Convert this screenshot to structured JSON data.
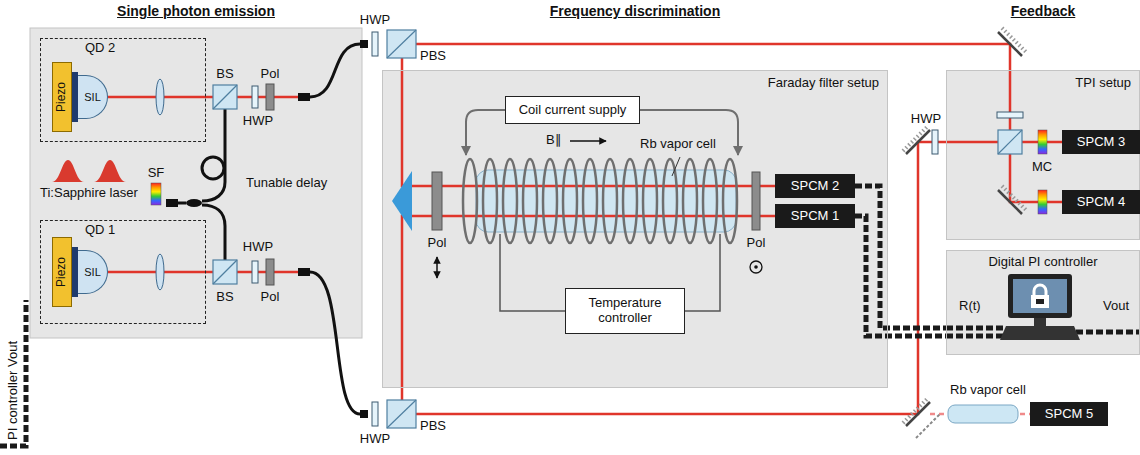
{
  "diagram": {
    "nodes": [
      {
        "text": [
          "QD 2"
        ]
      },
      {
        "text": [
          "Piezo"
        ],
        "in": 0
      },
      {
        "text": [
          "SIL"
        ],
        "in": 0
      },
      {
        "text": [
          "QD 1"
        ]
      },
      {
        "text": [
          "Piezo"
        ],
        "in": 3
      },
      {
        "text": [
          "SIL"
        ],
        "in": 3
      },
      {
        "text": [
          "Faraday filter setup"
        ]
      },
      {
        "text": [
          "Coil current supply"
        ],
        "in": 6
      },
      {
        "text": [
          "Temperature controller"
        ],
        "in": 6
      },
      {
        "text": [
          "SPCM 2"
        ],
        "in": 6
      },
      {
        "text": [
          "SPCM 1"
        ],
        "in": 6
      },
      {
        "text": [
          "TPI setup"
        ]
      },
      {
        "text": [
          "SPCM 3"
        ],
        "in": 11
      },
      {
        "text": [
          "SPCM 4"
        ],
        "in": 11
      },
      {
        "text": [
          "Digital PI controller",
          "R(t)",
          "Vout"
        ]
      },
      {
        "text": [
          "SPCM 5"
        ]
      }
    ],
    "edges": [
      {
        "from": 10,
        "to": 14,
        "arrow": "none"
      },
      {
        "from": 9,
        "to": 14,
        "arrow": "none"
      }
    ],
    "labels": [
      "Single photon emission",
      "Frequency discrimination",
      "Feedback",
      "Ti:Sapphire laser",
      "SF",
      "Tunable delay",
      "BS",
      "Pol",
      "HWP",
      "HWP",
      "BS",
      "Pol",
      "PI controller Vout",
      "HWP",
      "PBS",
      "HWP",
      "PBS",
      "B∥",
      "Rb vapor cell",
      "Pol",
      "Pol",
      "HWP",
      "MC",
      "Rb vapor cell"
    ]
  }
}
